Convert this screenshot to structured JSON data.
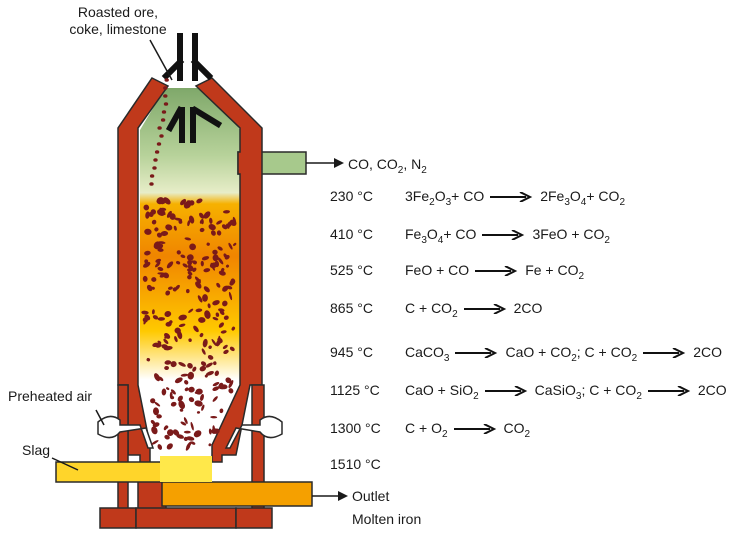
{
  "labels": {
    "input_line1": "Roasted ore,",
    "input_line2": "coke, limestone",
    "gas_out": [
      "CO, CO",
      "2",
      ", N",
      "2"
    ],
    "preheated_air": "Preheated air",
    "slag": "Slag",
    "outlet": "Outlet",
    "molten_iron": "Molten iron"
  },
  "zones": [
    {
      "temp": "230 °C",
      "lhs": [
        [
          "3Fe",
          "2",
          "O",
          "3",
          " + CO"
        ]
      ],
      "rhs": [
        [
          "2Fe",
          "3",
          "O",
          "4",
          " + CO",
          "2"
        ]
      ]
    },
    {
      "temp": "410 °C",
      "lhs": [
        [
          "Fe",
          "3",
          "O",
          "4",
          " + CO"
        ]
      ],
      "rhs": [
        [
          "3FeO + CO",
          "2"
        ]
      ]
    },
    {
      "temp": "525 °C",
      "lhs": [
        [
          "FeO + CO"
        ]
      ],
      "rhs": [
        [
          "Fe + CO",
          "2"
        ]
      ]
    },
    {
      "temp": "865 °C",
      "lhs": [
        [
          "C + CO",
          "2"
        ]
      ],
      "rhs": [
        [
          "2CO"
        ]
      ]
    },
    {
      "temp": "945 °C",
      "lhs": [
        [
          "CaCO",
          "3"
        ]
      ],
      "rhs": [
        [
          "CaO + CO",
          "2",
          "; C + CO",
          "2"
        ]
      ],
      "rhs2": [
        [
          "2CO"
        ]
      ]
    },
    {
      "temp": "1125 °C",
      "lhs": [
        [
          "CaO + SiO",
          "2"
        ]
      ],
      "rhs": [
        [
          "CaSiO",
          "3",
          "; C + CO",
          "2"
        ]
      ],
      "rhs2": [
        [
          "2CO"
        ]
      ]
    },
    {
      "temp": "1300 °C",
      "lhs": [
        [
          "C + O",
          "2"
        ]
      ],
      "rhs": [
        [
          "CO",
          "2"
        ]
      ]
    },
    {
      "temp": "1510 °C"
    }
  ],
  "colors": {
    "brick": "#c0391b",
    "gas_green": "#a7c98c",
    "hot_orange": "#f08a00",
    "ore": "#7a1a1a",
    "slag_yellow": "#ffd52a",
    "molten_orange": "#f5a000"
  }
}
